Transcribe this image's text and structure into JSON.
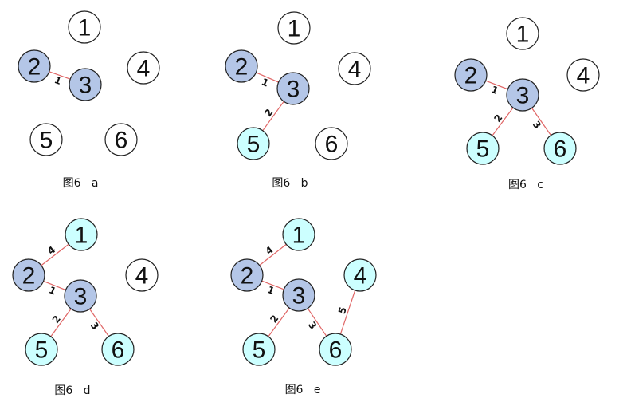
{
  "colors": {
    "visited": "#b4c6e7",
    "reached": "#ccffff",
    "unvisited": "#ffffff",
    "edge": "#e06666",
    "node_stroke": "#222222"
  },
  "panels": [
    {
      "id": "a",
      "caption": "图6   a",
      "nodes": [
        {
          "label": "1",
          "state": "unvisited"
        },
        {
          "label": "2",
          "state": "visited"
        },
        {
          "label": "3",
          "state": "visited"
        },
        {
          "label": "4",
          "state": "unvisited"
        },
        {
          "label": "5",
          "state": "unvisited"
        },
        {
          "label": "6",
          "state": "unvisited"
        }
      ],
      "edges": [
        {
          "from": "2",
          "to": "3",
          "label": "1"
        }
      ]
    },
    {
      "id": "b",
      "caption": "图6   b",
      "nodes": [
        {
          "label": "1",
          "state": "unvisited"
        },
        {
          "label": "2",
          "state": "visited"
        },
        {
          "label": "3",
          "state": "visited"
        },
        {
          "label": "4",
          "state": "unvisited"
        },
        {
          "label": "5",
          "state": "reached"
        },
        {
          "label": "6",
          "state": "unvisited"
        }
      ],
      "edges": [
        {
          "from": "2",
          "to": "3",
          "label": "1"
        },
        {
          "from": "3",
          "to": "5",
          "label": "2"
        }
      ]
    },
    {
      "id": "c",
      "caption": "图6   c",
      "nodes": [
        {
          "label": "1",
          "state": "unvisited"
        },
        {
          "label": "2",
          "state": "visited"
        },
        {
          "label": "3",
          "state": "visited"
        },
        {
          "label": "4",
          "state": "unvisited"
        },
        {
          "label": "5",
          "state": "reached"
        },
        {
          "label": "6",
          "state": "reached"
        }
      ],
      "edges": [
        {
          "from": "2",
          "to": "3",
          "label": "1"
        },
        {
          "from": "3",
          "to": "5",
          "label": "2"
        },
        {
          "from": "3",
          "to": "6",
          "label": "3"
        }
      ]
    },
    {
      "id": "d",
      "caption": "图6   d",
      "nodes": [
        {
          "label": "1",
          "state": "reached"
        },
        {
          "label": "2",
          "state": "visited"
        },
        {
          "label": "3",
          "state": "visited"
        },
        {
          "label": "4",
          "state": "unvisited"
        },
        {
          "label": "5",
          "state": "reached"
        },
        {
          "label": "6",
          "state": "reached"
        }
      ],
      "edges": [
        {
          "from": "2",
          "to": "1",
          "label": "4"
        },
        {
          "from": "2",
          "to": "3",
          "label": "1"
        },
        {
          "from": "3",
          "to": "5",
          "label": "2"
        },
        {
          "from": "3",
          "to": "6",
          "label": "3"
        }
      ]
    },
    {
      "id": "e",
      "caption": "图6   e",
      "nodes": [
        {
          "label": "1",
          "state": "reached"
        },
        {
          "label": "2",
          "state": "visited"
        },
        {
          "label": "3",
          "state": "visited"
        },
        {
          "label": "4",
          "state": "reached"
        },
        {
          "label": "5",
          "state": "reached"
        },
        {
          "label": "6",
          "state": "reached"
        }
      ],
      "edges": [
        {
          "from": "2",
          "to": "1",
          "label": "4"
        },
        {
          "from": "2",
          "to": "3",
          "label": "1"
        },
        {
          "from": "3",
          "to": "5",
          "label": "2"
        },
        {
          "from": "3",
          "to": "6",
          "label": "3"
        },
        {
          "from": "6",
          "to": "4",
          "label": "5"
        }
      ]
    }
  ]
}
